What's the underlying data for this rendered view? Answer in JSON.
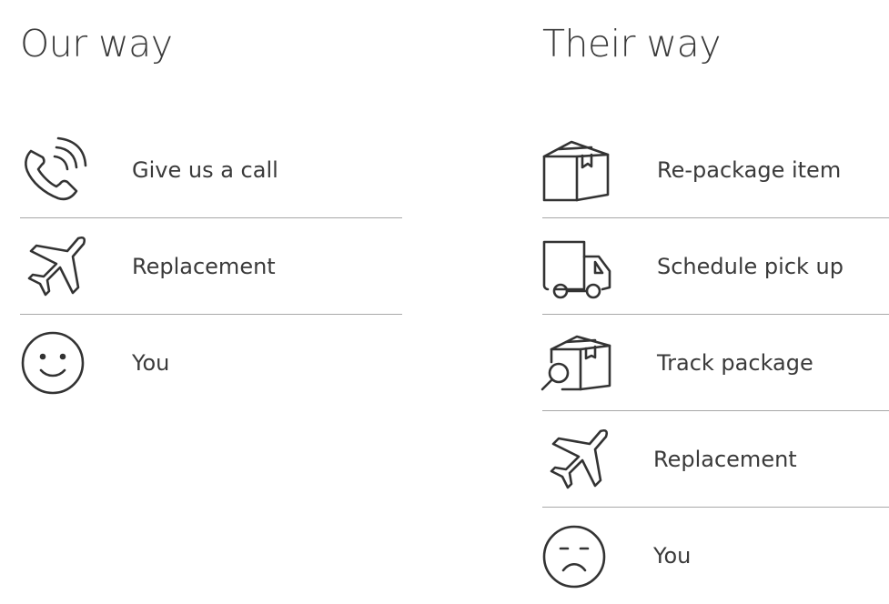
{
  "our_way": {
    "title": "Our way",
    "items": [
      {
        "icon": "phone-call-icon",
        "label": "Give us a call"
      },
      {
        "icon": "airplane-icon",
        "label": "Replacement"
      },
      {
        "icon": "smiley-face-icon",
        "label": "You"
      }
    ]
  },
  "their_way": {
    "title": "Their way",
    "items": [
      {
        "icon": "box-icon",
        "label": "Re-package item"
      },
      {
        "icon": "delivery-truck-icon",
        "label": "Schedule pick up"
      },
      {
        "icon": "box-search-icon",
        "label": "Track package"
      },
      {
        "icon": "airplane-icon",
        "label": "Replacement"
      },
      {
        "icon": "sad-face-icon",
        "label": "You"
      }
    ]
  },
  "colors": {
    "text": "#3a3a3a",
    "icon_stroke": "#333333",
    "divider": "#a8a8a8",
    "background": "#ffffff"
  }
}
